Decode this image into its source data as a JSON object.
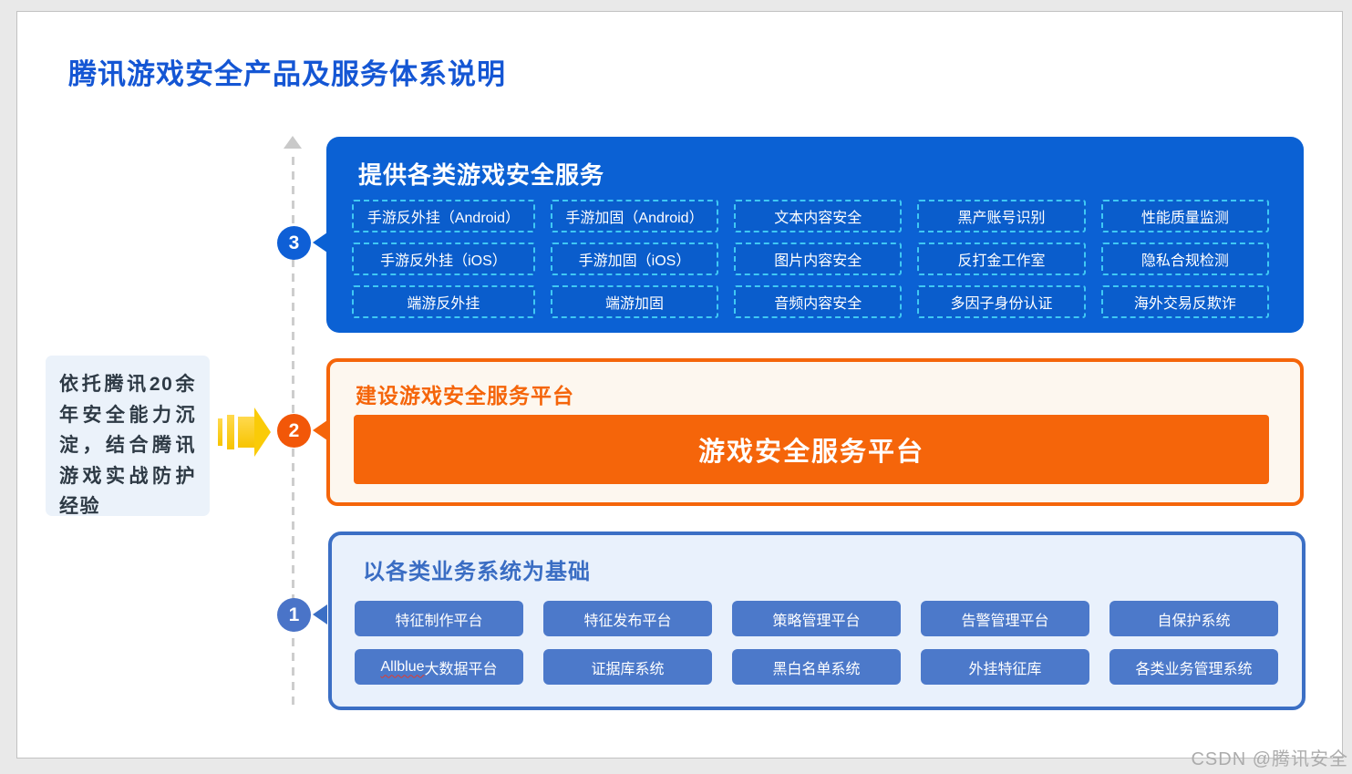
{
  "page": {
    "title": "腾讯游戏安全产品及服务体系说明",
    "watermark": "CSDN @腾讯安全"
  },
  "note": {
    "text": "依托腾讯20余年安全能力沉淀，结合腾讯游戏实战防护经验"
  },
  "steps": {
    "services": "3",
    "platform": "2",
    "systems": "1"
  },
  "services": {
    "title": "提供各类游戏安全服务",
    "items": [
      "手游反外挂（Android）",
      "手游加固（Android）",
      "文本内容安全",
      "黑产账号识别",
      "性能质量监测",
      "手游反外挂（iOS）",
      "手游加固（iOS）",
      "图片内容安全",
      "反打金工作室",
      "隐私合规检测",
      "端游反外挂",
      "端游加固",
      "音频内容安全",
      "多因子身份认证",
      "海外交易反欺诈"
    ]
  },
  "platform": {
    "title": "建设游戏安全服务平台",
    "button": "游戏安全服务平台"
  },
  "systems": {
    "title": "以各类业务系统为基础",
    "items": [
      {
        "prefix": "",
        "label": "特征制作平台"
      },
      {
        "prefix": "",
        "label": "特征发布平台"
      },
      {
        "prefix": "",
        "label": "策略管理平台"
      },
      {
        "prefix": "",
        "label": "告警管理平台"
      },
      {
        "prefix": "",
        "label": "自保护系统"
      },
      {
        "prefix": "Allblue",
        "label": "大数据平台"
      },
      {
        "prefix": "",
        "label": "证据库系统"
      },
      {
        "prefix": "",
        "label": "黑白名单系统"
      },
      {
        "prefix": "",
        "label": "外挂特征库"
      },
      {
        "prefix": "",
        "label": "各类业务管理系统"
      }
    ]
  },
  "colors": {
    "title_blue": "#1456D4",
    "services_box_blue": "#0B61D4",
    "service_chip_dashed_border": "#3FC8F4",
    "orange_accent": "#F5650A",
    "platform_box_bg": "#FDF7EF",
    "systems_box_border": "#3B6FC5",
    "systems_box_bg": "#E9F1FC",
    "system_chip_blue": "#4C79CA",
    "badge_step1_blue": "#4A74C8",
    "badge_step2_orange": "#F25708",
    "badge_step3_blue": "#0E5FD6",
    "note_bg": "#EBF2FA",
    "arrow_yellow": "#FACB08",
    "watermark_gray": "#ACACAC"
  }
}
